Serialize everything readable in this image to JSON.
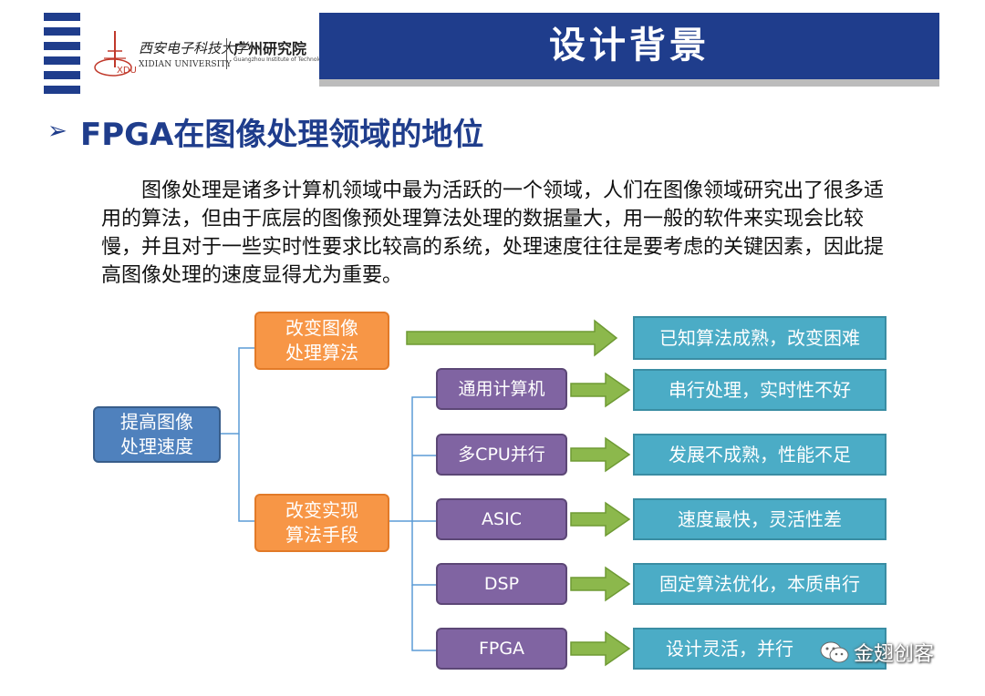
{
  "header": {
    "logo_text_cn": "西安电子科技大学",
    "logo_text_en": "XIDIAN UNIVERSITY",
    "logo_mark_text": "XDU",
    "institute_cn": "广州研究院",
    "institute_en": "Guangzhou Institute of Technology",
    "banner_title": "设计背景"
  },
  "section": {
    "heading_arrow": "➢",
    "heading": "FPGA在图像处理领域的地位"
  },
  "paragraph": "图像处理是诸多计算机领域中最为活跃的一个领域，人们在图像领域研究出了很多适用的算法，但由于底层的图像预处理算法处理的数据量大，用一般的软件来实现会比较慢，并且对于一些实时性要求比较高的系统，处理速度往往是要考虑的关键因素，因此提高图像处理的速度显得尤为重要。",
  "diagram": {
    "root": "提高图像\n处理速度",
    "branch1": "改变图像\n处理算法",
    "branch1_result": "已知算法成熟，改变困难",
    "branch2": "改变实现\n算法手段",
    "options": [
      {
        "name": "通用计算机",
        "result": "串行处理，实时性不好"
      },
      {
        "name": "多CPU并行",
        "result": "发展不成熟，性能不足"
      },
      {
        "name": "ASIC",
        "result": "速度最快，灵活性差"
      },
      {
        "name": "DSP",
        "result": "固定算法优化，本质串行"
      },
      {
        "name": "FPGA",
        "result": "设计灵活，并行"
      }
    ]
  },
  "watermark": {
    "text": "金翅创客"
  },
  "colors": {
    "navy": "#1f3d8c",
    "orange": "#f79646",
    "blue": "#4f81bd",
    "purple": "#8064a2",
    "teal": "#4bacc6",
    "arrow_green": "#8cb84c"
  }
}
